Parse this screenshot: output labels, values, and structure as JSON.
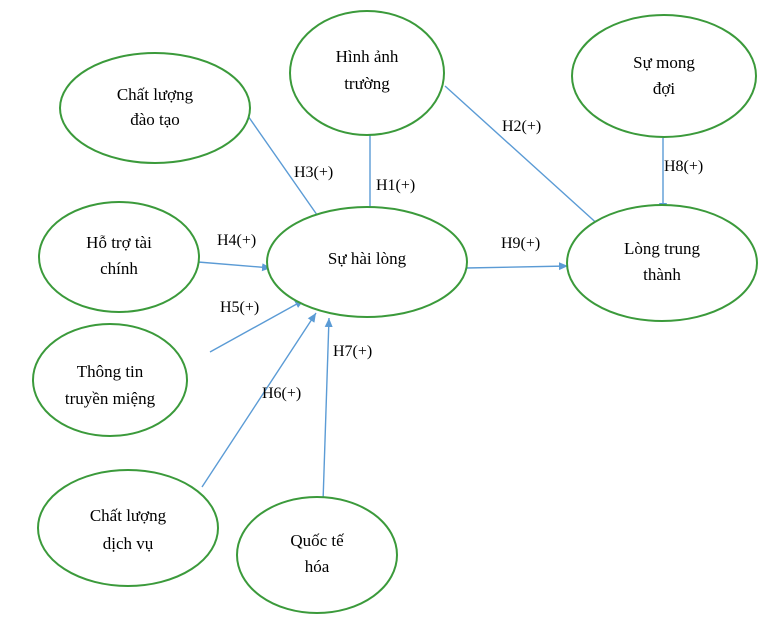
{
  "diagram": {
    "nodes": {
      "chat_luong_dao_tao": [
        "Chất lượng",
        "đào tạo"
      ],
      "hinh_anh_truong": [
        "Hình ảnh",
        "trường"
      ],
      "su_mong_doi": [
        "Sự mong",
        "đợi"
      ],
      "ho_tro_tai_chinh": [
        "Hỗ trợ tài",
        "chính"
      ],
      "su_hai_long": [
        "Sự hài lòng"
      ],
      "long_trung_thanh": [
        "Lòng trung",
        "thành"
      ],
      "thong_tin_truyen_mieng": [
        "Thông tin",
        "truyền miệng"
      ],
      "chat_luong_dich_vu": [
        "Chất lượng",
        "dịch vụ"
      ],
      "quoc_te_hoa": [
        "Quốc tế",
        "hóa"
      ]
    },
    "edges": [
      {
        "from": "hinh_anh_truong",
        "to": "su_hai_long",
        "label": "H1(+)"
      },
      {
        "from": "hinh_anh_truong",
        "to": "long_trung_thanh",
        "label": "H2(+)"
      },
      {
        "from": "chat_luong_dao_tao",
        "to": "su_hai_long",
        "label": "H3(+)"
      },
      {
        "from": "ho_tro_tai_chinh",
        "to": "su_hai_long",
        "label": "H4(+)"
      },
      {
        "from": "thong_tin_truyen_mieng",
        "to": "su_hai_long",
        "label": "H5(+)"
      },
      {
        "from": "chat_luong_dich_vu",
        "to": "su_hai_long",
        "label": "H6(+)"
      },
      {
        "from": "quoc_te_hoa",
        "to": "su_hai_long",
        "label": "H7(+)"
      },
      {
        "from": "su_mong_doi",
        "to": "long_trung_thanh",
        "label": "H8(+)"
      },
      {
        "from": "su_hai_long",
        "to": "long_trung_thanh",
        "label": "H9(+)"
      }
    ]
  },
  "colors": {
    "node_border": "#3b9a3b",
    "arrow": "#5b9bd5",
    "text": "#000000"
  }
}
